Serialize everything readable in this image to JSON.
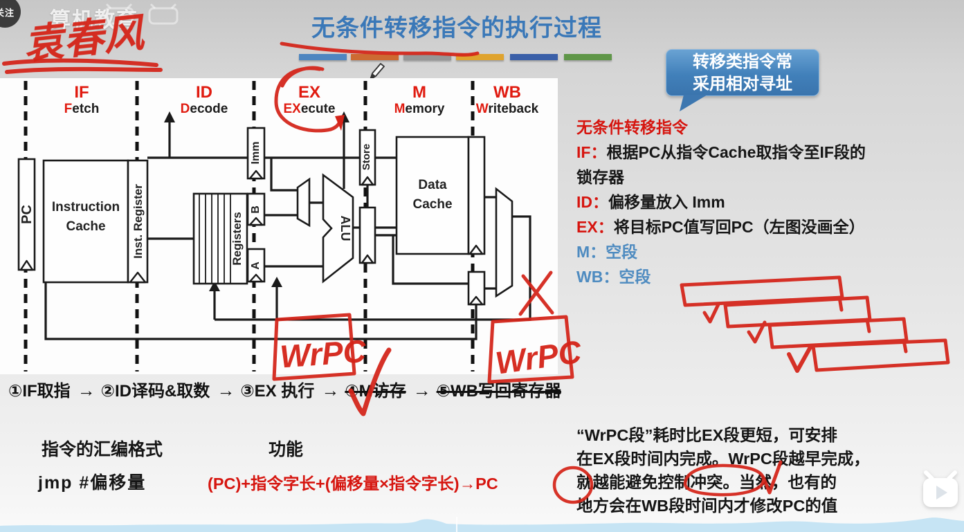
{
  "player": {
    "follow_badge": "关注",
    "watermark": "算机教育"
  },
  "title": {
    "text": "无条件转移指令的执行过程",
    "color": "#3a78b8"
  },
  "accent_bars": [
    "#4e86c0",
    "#cd6a32",
    "#969696",
    "#dfa32e",
    "#3a5fa8",
    "#5f9648"
  ],
  "callout": {
    "line1": "转移类指令常",
    "line2": "采用相对寻址",
    "bg": "#4180ba"
  },
  "diagram": {
    "stages": [
      {
        "abbr": "IF",
        "red": "F",
        "rest": "etch"
      },
      {
        "abbr": "ID",
        "red": "D",
        "rest": "ecode"
      },
      {
        "abbr": "EX",
        "red": "EX",
        "rest": "ecute"
      },
      {
        "abbr": "M",
        "red": "M",
        "rest": "emory"
      },
      {
        "abbr": "WB",
        "red": "W",
        "rest": "riteback"
      }
    ],
    "labels": {
      "pc": "PC",
      "icache1": "Instruction",
      "icache2": "Cache",
      "ir": "Inst. Register",
      "registers": "Registers",
      "imm": "Imm",
      "b": "B",
      "a": "A",
      "alu": "ALU",
      "store": "Store",
      "dcache1": "Data",
      "dcache2": "Cache"
    }
  },
  "notes": {
    "heading": "无条件转移指令",
    "rows": [
      {
        "label": "IF：",
        "text": "根据PC从指令Cache取指令至IF段的"
      },
      {
        "label": "",
        "text": "锁存器"
      },
      {
        "label": "ID：",
        "text": "偏移量放入 Imm"
      },
      {
        "label": "EX：",
        "text": "将目标PC值写回PC（左图没画全）"
      },
      {
        "label": "M：",
        "text": "空段"
      },
      {
        "label": "WB：",
        "text": "空段"
      }
    ]
  },
  "flow": {
    "segments": [
      {
        "text": "①IF取指",
        "struck": false
      },
      {
        "text": "→",
        "struck": false
      },
      {
        "text": "②ID译码&取数",
        "struck": false
      },
      {
        "text": "→",
        "struck": false
      },
      {
        "text": "③EX 执行",
        "struck": false
      },
      {
        "text": "→",
        "struck": false
      },
      {
        "text": "④M访存",
        "struck": true
      },
      {
        "text": "→",
        "struck": false
      },
      {
        "text": "⑤WB写回寄存器",
        "struck": true
      }
    ]
  },
  "bottom_left": {
    "header_format": "指令的汇编格式",
    "header_function": "功能",
    "assembly": "jmp  #偏移量",
    "function_formula": "(PC)+指令字长+(偏移量×指令字长)→PC"
  },
  "bottom_right": {
    "lines": [
      "“WrPC段”耗时比EX段更短，可安排",
      "在EX段时间内完成。WrPC段越早完成，",
      "就越能避免控制冲突。当然，也有的",
      "地方会在WB段时间内才修改PC的值"
    ]
  },
  "annotations": {
    "signature": "袁春风",
    "wrpc_left": "WrPC",
    "wrpc_right": "WrPC",
    "red": "#d42318"
  }
}
